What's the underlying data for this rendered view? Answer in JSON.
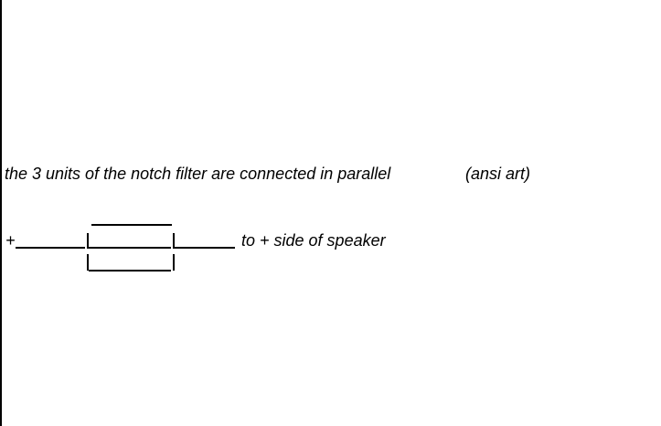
{
  "diagram": {
    "caption": "the 3 units of the notch filter are connected in parallel",
    "note": "(ansi art)",
    "plus_terminal": "+",
    "destination": "to + side of speaker"
  }
}
